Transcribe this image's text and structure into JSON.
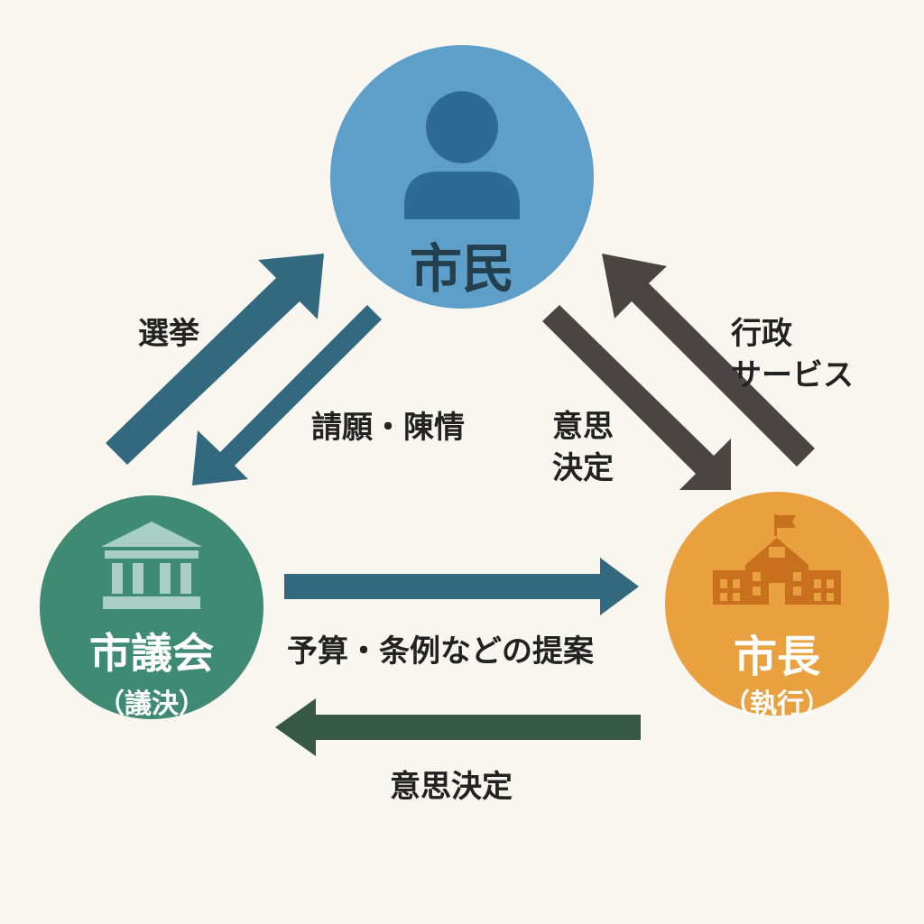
{
  "nodes": {
    "citizens": {
      "title": "市民",
      "color": "#5e9fca",
      "icon_color": "#2f6a95",
      "icon": "person-icon"
    },
    "council": {
      "title": "市議会",
      "subtitle": "（議決）",
      "color": "#3f8a72",
      "icon_color": "#a9cfc4",
      "icon": "parliament-building-icon"
    },
    "mayor": {
      "title": "市長",
      "subtitle": "（執行）",
      "color": "#e9a140",
      "icon_color": "#c9701e",
      "icon": "city-hall-icon"
    }
  },
  "edges": {
    "election": {
      "label": "選挙",
      "color": "#33697e"
    },
    "petition": {
      "label": "請願・陳情",
      "color": "#33697e"
    },
    "decision_to_mayor": {
      "label_line1": "意思",
      "label_line2": "決定",
      "color": "#4a4443"
    },
    "admin_service": {
      "label_line1": "行政",
      "label_line2": "サービス",
      "color": "#4a4443"
    },
    "proposal": {
      "label": "予算・条例などの提案",
      "color": "#33697e"
    },
    "decision": {
      "label": "意思決定",
      "color": "#365844"
    }
  }
}
